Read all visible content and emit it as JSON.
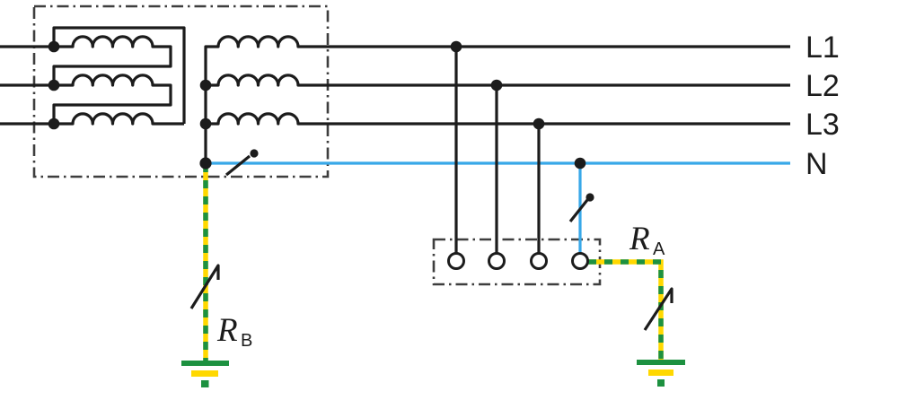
{
  "labels": {
    "phase1": "L1",
    "phase2": "L2",
    "phase3": "L3",
    "neutral": "N",
    "earth_b": {
      "symbol": "R",
      "subscript": "B"
    },
    "earth_a": {
      "symbol": "R",
      "subscript": "A"
    }
  },
  "colors": {
    "wire": "#1c1c1c",
    "enclosure": "#3e3e3e",
    "neutral_blue": "#38a8e8",
    "pe_green": "#1d9140",
    "pe_yellow": "#ffd800",
    "terminal_fill": "#ffffff",
    "background": "#ffffff"
  }
}
